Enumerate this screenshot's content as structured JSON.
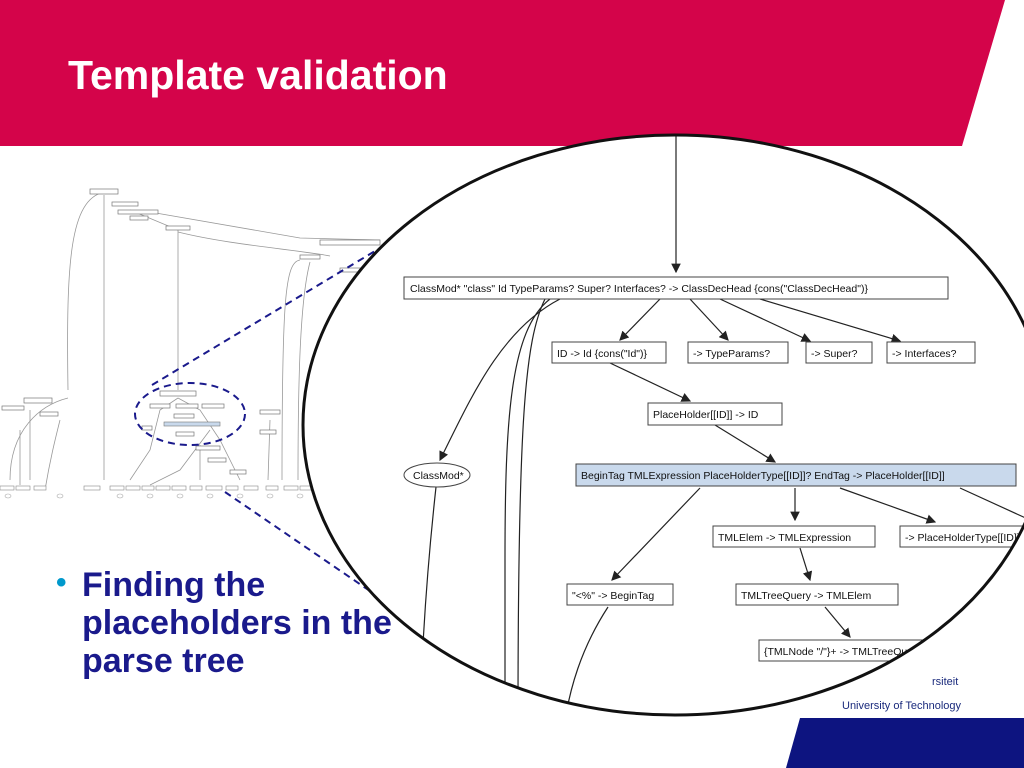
{
  "slide": {
    "title": "Template validation",
    "bullet": "Finding the placeholders in the parse tree"
  },
  "colors": {
    "header": "#d4044a",
    "footer": "#0d1480",
    "bullet_text": "#1a1a8c",
    "bullet_dot": "#0099cc",
    "dashed_lines": "#1a1a8c",
    "highlight_node": "#c9d9ec"
  },
  "zoom_tree": {
    "nodes": [
      {
        "id": "n1",
        "label": "ClassMod*  \"class\"  Id  TypeParams?  Super?  Interfaces? -> ClassDecHead {cons(\"ClassDecHead\")}"
      },
      {
        "id": "n2",
        "label": "ID -> Id {cons(\"Id\")}"
      },
      {
        "id": "n3",
        "label": "-> TypeParams?"
      },
      {
        "id": "n4",
        "label": "-> Super?"
      },
      {
        "id": "n5",
        "label": "-> Interfaces?"
      },
      {
        "id": "n6",
        "label": "PlaceHolder[[ID]] -> ID"
      },
      {
        "id": "n7",
        "label": "ClassMod*"
      },
      {
        "id": "n8",
        "label": "BeginTag  TMLExpression  PlaceHolderType[[ID]]?  EndTag -> PlaceHolder[[ID]]"
      },
      {
        "id": "n9",
        "label": "TMLElem -> TMLExpression"
      },
      {
        "id": "n10",
        "label": "-> PlaceHolderType[[ID]]?"
      },
      {
        "id": "n11",
        "label": "\"<%\" -> BeginTag"
      },
      {
        "id": "n12",
        "label": "TMLTreeQuery -> TMLElem"
      },
      {
        "id": "n13",
        "label": "{TMLNode \"/\"}+ -> TMLTreeQuery"
      }
    ]
  },
  "logo": {
    "line1": "rsiteit",
    "line2": "University of Technology"
  }
}
